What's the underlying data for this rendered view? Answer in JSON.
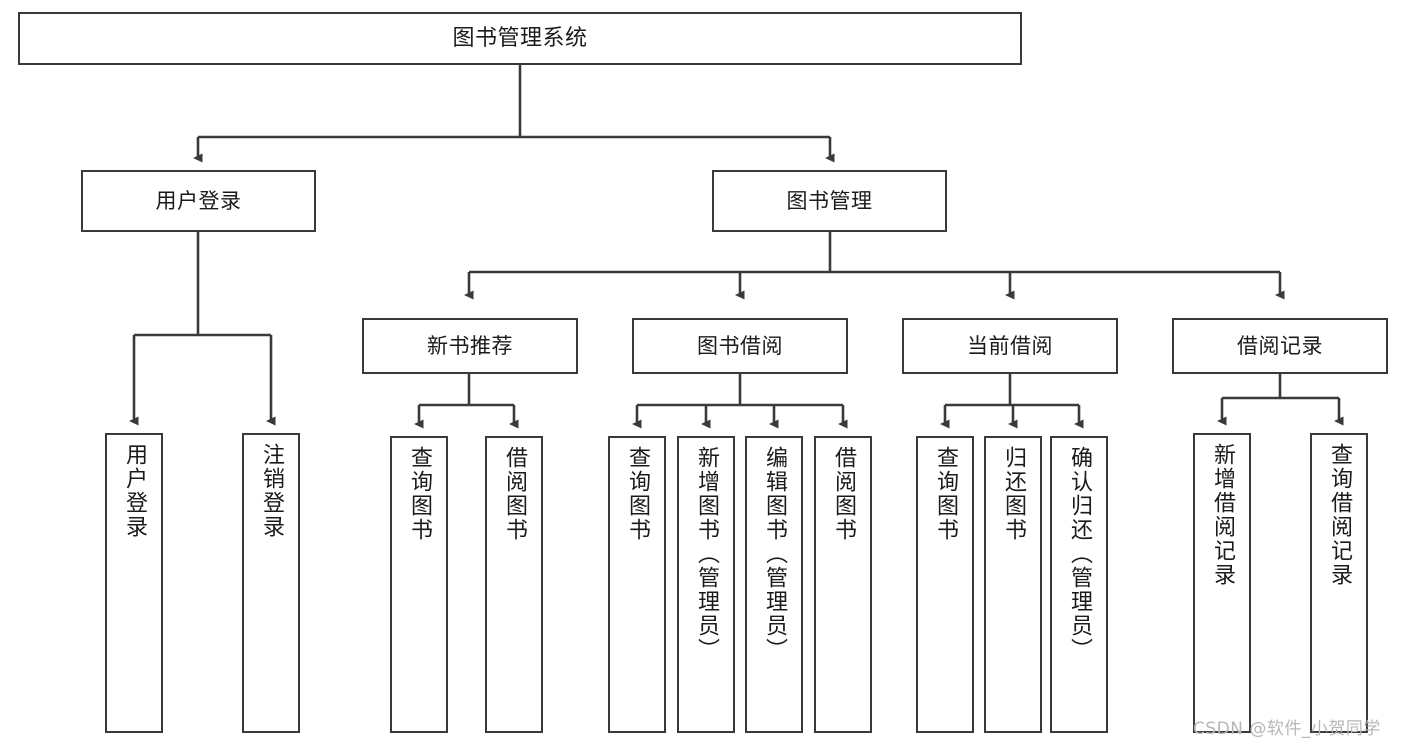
{
  "diagram": {
    "title": "图书管理系统",
    "type": "hierarchy-tree",
    "orientation": "top-down",
    "colors": {
      "box_border": "#3a3a3a",
      "box_fill": "#ffffff",
      "edge": "#3a3a3a",
      "text": "#1b1b1b",
      "watermark": "#b7b7b7"
    },
    "watermark": "CSDN @软件_小贺同学"
  },
  "nodes": {
    "root": {
      "label": "图书管理系统",
      "level": 0
    },
    "level1": [
      {
        "id": "user-login",
        "label": "用户登录"
      },
      {
        "id": "book-manage",
        "label": "图书管理"
      }
    ],
    "level2": [
      {
        "id": "new-book-recommend",
        "label": "新书推荐",
        "parent": "book-manage"
      },
      {
        "id": "book-borrow",
        "label": "图书借阅",
        "parent": "book-manage"
      },
      {
        "id": "current-borrow",
        "label": "当前借阅",
        "parent": "book-manage"
      },
      {
        "id": "borrow-record",
        "label": "借阅记录",
        "parent": "book-manage"
      }
    ],
    "leaves": {
      "user-login": [
        {
          "id": "leaf-user-login",
          "label": "用户登录"
        },
        {
          "id": "leaf-logout-login",
          "label": "注销登录"
        }
      ],
      "new-book-recommend": [
        {
          "id": "leaf-query-book-1",
          "label": "查询图书"
        },
        {
          "id": "leaf-borrow-book-1",
          "label": "借阅图书"
        }
      ],
      "book-borrow": [
        {
          "id": "leaf-query-book-2",
          "label": "查询图书"
        },
        {
          "id": "leaf-add-book",
          "label": "新增图书（管理员）"
        },
        {
          "id": "leaf-edit-book",
          "label": "编辑图书（管理员）"
        },
        {
          "id": "leaf-borrow-book-2",
          "label": "借阅图书"
        }
      ],
      "current-borrow": [
        {
          "id": "leaf-query-book-3",
          "label": "查询图书"
        },
        {
          "id": "leaf-return-book",
          "label": "归还图书"
        },
        {
          "id": "leaf-confirm-return",
          "label": "确认归还（管理员）"
        }
      ],
      "borrow-record": [
        {
          "id": "leaf-add-record",
          "label": "新增借阅记录"
        },
        {
          "id": "leaf-query-record",
          "label": "查询借阅记录"
        }
      ]
    }
  }
}
